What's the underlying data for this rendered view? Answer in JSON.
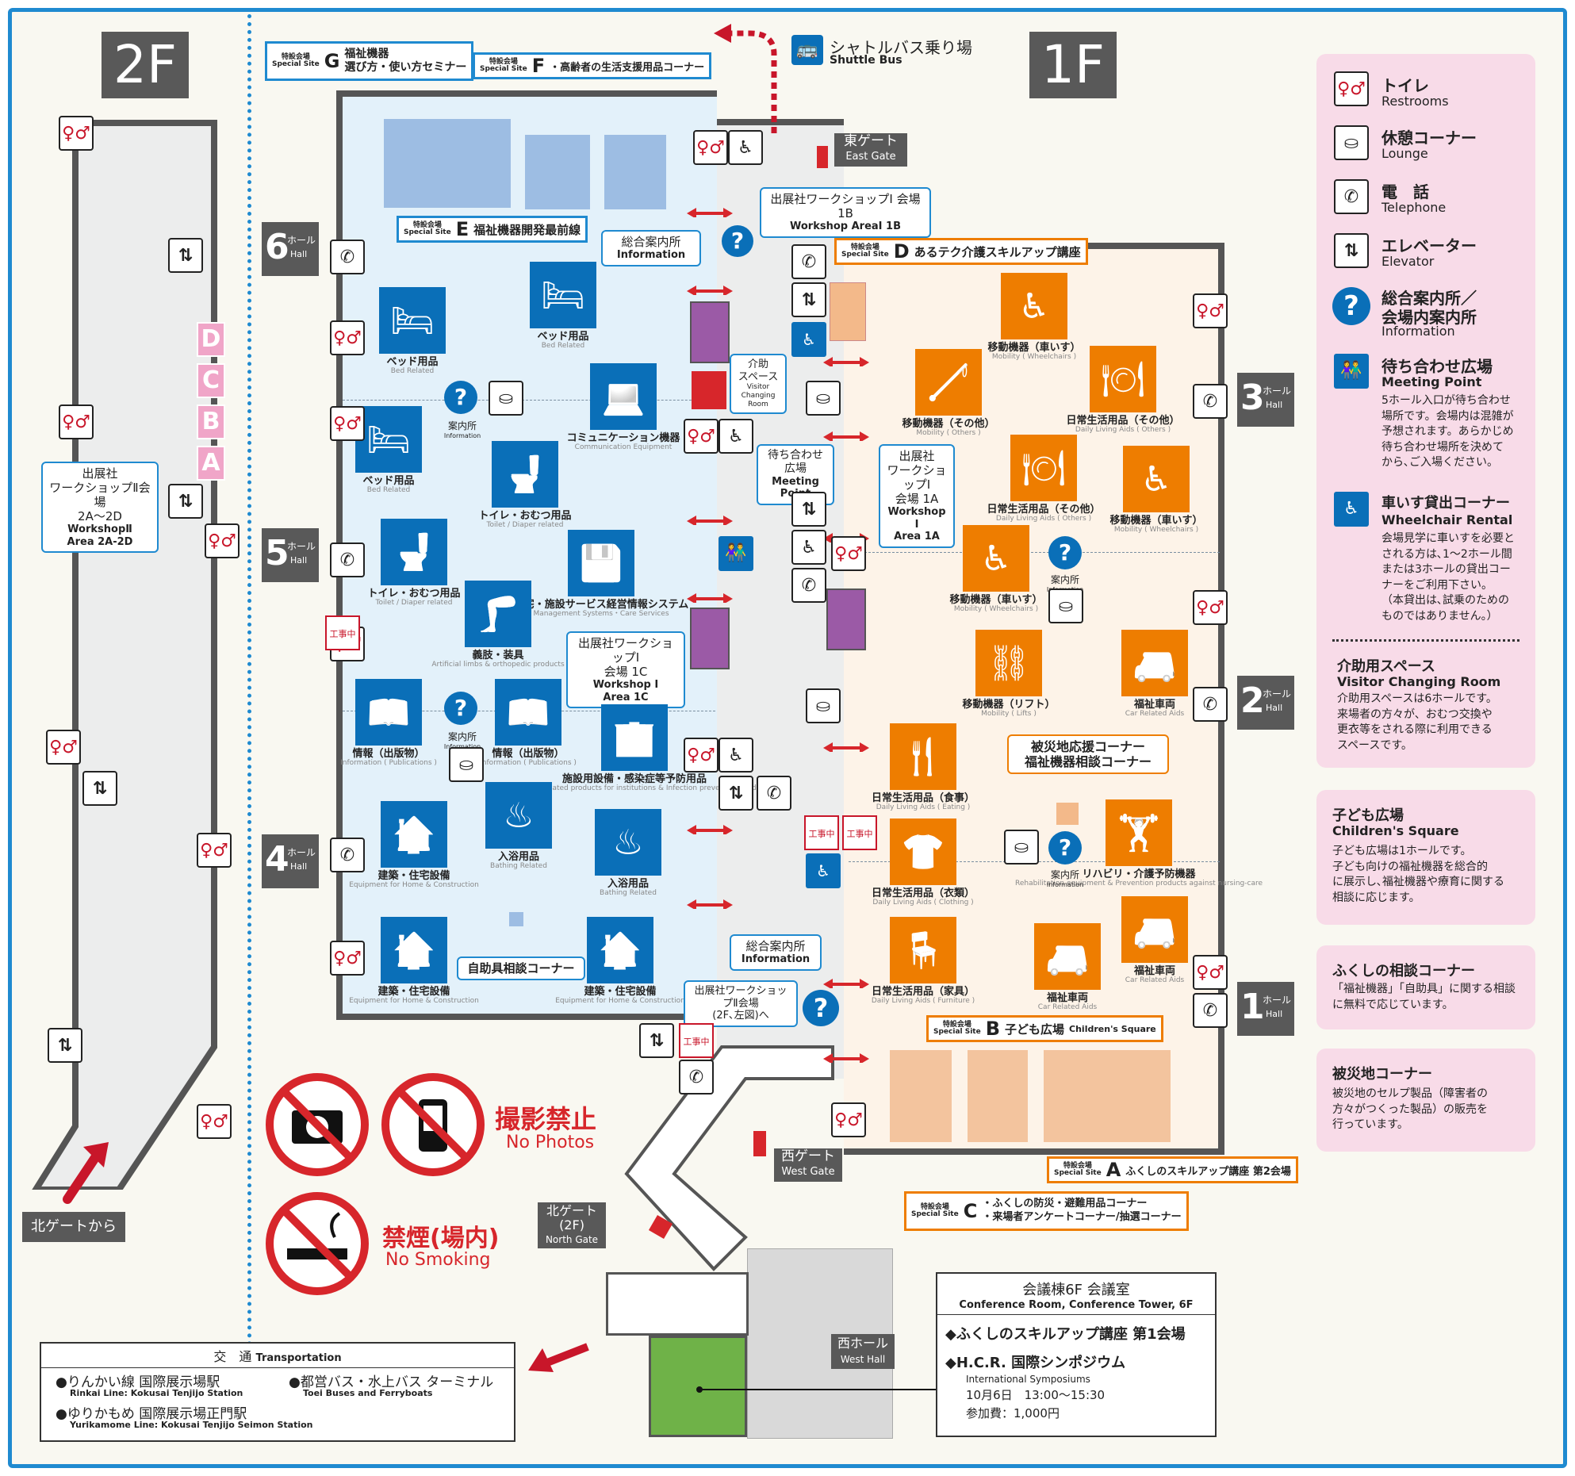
{
  "floors": {
    "left": "2F",
    "right": "1F"
  },
  "shuttle": {
    "jp": "シャトルバス乗り場",
    "en": "Shuttle Bus"
  },
  "gates": {
    "east": {
      "jp": "東ゲート",
      "en": "East Gate"
    },
    "west": {
      "jp": "西ゲート",
      "en": "West Gate"
    },
    "north": {
      "jp": "北ゲート",
      "sub": "(2F)",
      "en": "North Gate"
    },
    "north_from": "北ゲートから"
  },
  "halls": [
    {
      "n": "6",
      "jp": "ホール",
      "en": "Hall"
    },
    {
      "n": "5",
      "jp": "ホール",
      "en": "Hall"
    },
    {
      "n": "4",
      "jp": "ホール",
      "en": "Hall"
    },
    {
      "n": "3",
      "jp": "ホール",
      "en": "Hall"
    },
    {
      "n": "2",
      "jp": "ホール",
      "en": "Hall"
    },
    {
      "n": "1",
      "jp": "ホール",
      "en": "Hall"
    }
  ],
  "special_sites": {
    "tag": "特設会場",
    "tag_en": "Special Site",
    "G": {
      "letter": "G",
      "l1": "福祉機器",
      "l2": "選び方・使い方セミナー"
    },
    "F": {
      "letter": "F",
      "label": "・高齢者の生活支援用品コーナー"
    },
    "E": {
      "letter": "E",
      "label": "福祉機器開発最前線"
    },
    "D": {
      "letter": "D",
      "label": "あるテク介護スキルアップ講座"
    },
    "B": {
      "letter": "B",
      "label": "子ども広場",
      "en": "Children's Square"
    },
    "A": {
      "letter": "A",
      "label": "ふくしのスキルアップ講座 第2会場"
    },
    "C": {
      "letter": "C",
      "l1": "・ふくしの防災・避難用品コーナー",
      "l2": "・来場者アンケートコーナー/抽選コーナー"
    }
  },
  "workshops": {
    "w2": {
      "l1": "出展社",
      "l2": "ワークショップⅡ会場",
      "l3": "2A〜2D",
      "e1": "WorkshopⅡ",
      "e2": "Area 2A-2D"
    },
    "w1b": {
      "l1": "出展社ワークショップⅠ 会場 1B",
      "e1": "Workshop AreaⅠ 1B"
    },
    "w1a": {
      "l1": "出展社",
      "l2": "ワークショップⅠ",
      "l3": "会場 1A",
      "e1": "Workshop Ⅰ",
      "e2": "Area 1A"
    },
    "w1c": {
      "l1": "出展社ワークショップⅠ",
      "l2": "会場 1C",
      "e1": "Workshop Ⅰ",
      "e2": "Area 1C"
    },
    "w2nav": {
      "l1": "出展社ワークショップⅡ会場",
      "l2": "(2F､左図)へ"
    }
  },
  "info": {
    "main": {
      "jp": "総合案内所",
      "en": "Information"
    },
    "local": {
      "jp": "案内所",
      "en": "Information"
    }
  },
  "visitor_changing": {
    "l1": "介助",
    "l2": "スペース",
    "en1": "Visitor Changing",
    "en2": "Room"
  },
  "meeting": {
    "jp": "待ち合わせ広場",
    "en": "Meeting Point"
  },
  "jijogu": "自助具相談コーナー",
  "disaster": {
    "l1": "被災地応援コーナー",
    "l2": "福祉機器相談コーナー"
  },
  "wa_letters": [
    "D",
    "C",
    "B",
    "A"
  ],
  "cat_blue": [
    {
      "jp": "ベッド用品",
      "en": "Bed Related"
    },
    {
      "jp": "ベッド用品",
      "en": "Bed Related"
    },
    {
      "jp": "ベッド用品",
      "en": "Bed Related"
    },
    {
      "jp": "コミュニケーション機器",
      "en": "Communication Equipment"
    },
    {
      "jp": "トイレ・おむつ用品",
      "en": "Toilet / Diaper related"
    },
    {
      "jp": "トイレ・おむつ用品",
      "en": "Toilet / Diaper related"
    },
    {
      "jp": "在宅・施設サービス経営情報システム",
      "en": "Management Systems・Care Services"
    },
    {
      "jp": "義肢・装具",
      "en": "Artificial limbs & orthopedic products"
    },
    {
      "jp": "情報（出版物）",
      "en": "Information ( Publications )"
    },
    {
      "jp": "情報（出版物）",
      "en": "Information ( Publications )"
    },
    {
      "jp": "施設用設備・感染症等予防用品",
      "en": "Equipment / related products for institutions & Infection prevention products"
    },
    {
      "jp": "建築・住宅設備",
      "en": "Equipment for Home & Construction"
    },
    {
      "jp": "入浴用品",
      "en": "Bathing Related"
    },
    {
      "jp": "入浴用品",
      "en": "Bathing Related"
    },
    {
      "jp": "建築・住宅設備",
      "en": "Equipment for Home & Construction"
    },
    {
      "jp": "建築・住宅設備",
      "en": "Equipment for Home & Construction"
    }
  ],
  "cat_orange": [
    {
      "jp": "移動機器（車いす）",
      "en": "Mobility ( Wheelchairs )"
    },
    {
      "jp": "移動機器（その他）",
      "en": "Mobility ( Others )"
    },
    {
      "jp": "日常生活用品（その他）",
      "en": "Daily Living Aids ( Others )"
    },
    {
      "jp": "日常生活用品（その他）",
      "en": "Daily Living Aids ( Others )"
    },
    {
      "jp": "移動機器（車いす）",
      "en": "Mobility ( Wheelchairs )"
    },
    {
      "jp": "移動機器（車いす）",
      "en": "Mobility ( Wheelchairs )"
    },
    {
      "jp": "移動機器（リフト）",
      "en": "Mobility ( Lifts )"
    },
    {
      "jp": "福祉車両",
      "en": "Car Related Aids"
    },
    {
      "jp": "日常生活用品（食事）",
      "en": "Daily Living Aids ( Eating )"
    },
    {
      "jp": "リハビリ・介護予防機器",
      "en": "Rehabilitation equipment & Prevention products against nursing-care"
    },
    {
      "jp": "日常生活用品（衣類）",
      "en": "Daily Living Aids ( Clothing )"
    },
    {
      "jp": "福祉車両",
      "en": "Car Related Aids"
    },
    {
      "jp": "日常生活用品（家具）",
      "en": "Daily Living Aids ( Furniture )"
    },
    {
      "jp": "福祉車両",
      "en": "Car Related Aids"
    }
  ],
  "construction": "工事中",
  "no_photos": {
    "jp": "撮影禁止",
    "en": "No Photos"
  },
  "no_smoking": {
    "jp": "禁煙(場内)",
    "en": "No Smoking"
  },
  "west_hall": {
    "jp": "西ホール",
    "en": "West Hall"
  },
  "conference": {
    "t1": "会議棟6F 会議室",
    "t2": "Conference Room, Conference Tower, 6F",
    "i1": "◆ふくしのスキルアップ講座 第1会場",
    "i2": "◆H.C.R. 国際シンポジウム",
    "i2e": "International Symposiums",
    "date": "10月6日　13:00〜15:30",
    "fee": "参加費：1,000円"
  },
  "transport": {
    "title": "交　通",
    "title_en": "Transportation",
    "a": "●りんかい線 国際展示場駅",
    "ae": "Rinkai Line: Kokusai Tenjijo Station",
    "b": "●都営バス・水上バス ターミナル",
    "be": "Toei Buses and Ferryboats",
    "c": "●ゆりかもめ 国際展示場正門駅",
    "ce": "Yurikamome Line: Kokusai Tenjijo Seimon Station"
  },
  "legend": [
    {
      "jp": "トイレ",
      "en": "Restrooms"
    },
    {
      "jp": "休憩コーナー",
      "en": "Lounge"
    },
    {
      "jp": "電　話",
      "en": "Telephone"
    },
    {
      "jp": "エレベーター",
      "en": "Elevator"
    },
    {
      "jp": "総合案内所／",
      "jp2": "会場内案内所",
      "en": "Information"
    },
    {
      "jp": "待ち合わせ広場",
      "en": "Meeting Point",
      "desc": [
        "5ホール入口が待ち合わせ",
        "場所です。会場内は混雑が",
        "予想されます。あらかじめ",
        "待ち合わせ場所を決めて",
        "から､ご入場ください。"
      ]
    },
    {
      "jp": "車いす貸出コーナー",
      "en": "Wheelchair Rental",
      "desc": [
        "会場見学に車いすを必要と",
        "される方は､1〜2ホール間",
        "または3ホールの貸出コー",
        "ナーをご利用下さい。",
        "（本貸出は､試乗のための",
        "ものではありません。）"
      ]
    },
    {
      "jp": "介助用スペース",
      "en": "Visitor Changing Room",
      "desc": [
        "介助用スペースは6ホールです。",
        "来場者の方々が、おむつ交換や",
        "更衣等をされる際に利用できる",
        "スペースです。"
      ]
    }
  ],
  "legend2": {
    "jp": "子ども広場",
    "en": "Children's Square",
    "desc": [
      "子ども広場は1ホールです。",
      "子ども向けの福祉機器を総合的",
      "に展示し､福祉機器や療育に関する",
      "相談に応じます。"
    ]
  },
  "legend3": {
    "jp": "ふくしの相談コーナー",
    "desc": [
      "「福祉機器」｢自助具」に関する相談",
      "に無料で応じています。"
    ]
  },
  "legend4": {
    "jp": "被災地コーナー",
    "desc": [
      "被災地のセルプ製品（障害者の",
      "方々がつくった製品）の販売を",
      "行っています。"
    ]
  },
  "icons": {
    "restroom": "restroom-icon",
    "wheelchair": "wheelchair-icon",
    "phone": "telephone-icon",
    "elevator": "elevator-icon",
    "info": "information-icon",
    "lounge": "lounge-icon",
    "rental": "wheelchair-rental-icon",
    "meeting": "meeting-point-icon"
  },
  "colors": {
    "blue_hall": "#e3f1fa",
    "orange_hall": "#fdf3e8",
    "tile_blue": "#0a6fb8",
    "tile_orange": "#ee7d00",
    "accent_red": "#d7262b",
    "frame": "#1f8ad0",
    "purple": "#9b5aa6",
    "pink": "#f8dbe8"
  }
}
